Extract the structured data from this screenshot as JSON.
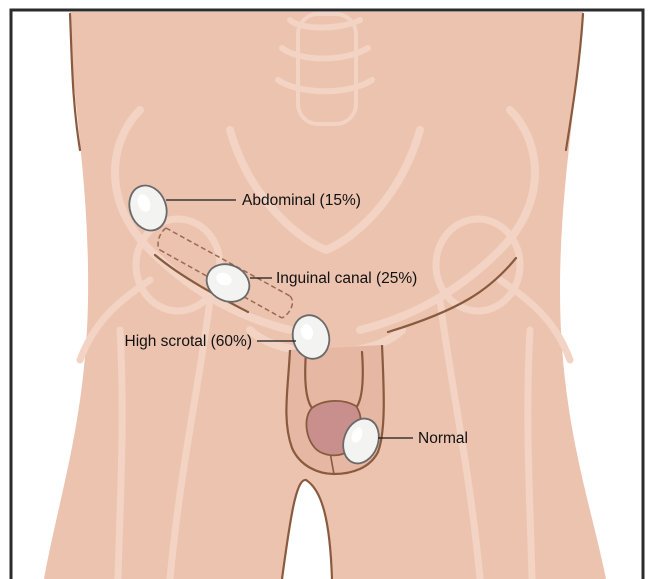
{
  "colors": {
    "background": "#ffffff",
    "frame": "#2b2b2b",
    "skin": "#ecc3af",
    "skin_shadow": "#e6b7a2",
    "outline": "#8a5a3f",
    "skeleton": "#f2d3c4",
    "testis_fill": "#f3f3f1",
    "testis_stroke": "#6a6a6a",
    "glans": "#c98f8c",
    "leader": "#1a1a1a"
  },
  "labels": {
    "abdominal": "Abdominal (15%)",
    "inguinal": "Inguinal canal (25%)",
    "high_scrotal": "High scrotal (60%)",
    "normal": "Normal"
  },
  "icons": {
    "abdominal_testis": "testis-abdominal-icon",
    "inguinal_testis": "testis-inguinal-icon",
    "high_scrotal_testis": "testis-high-scrotal-icon",
    "normal_testis": "testis-normal-icon"
  }
}
